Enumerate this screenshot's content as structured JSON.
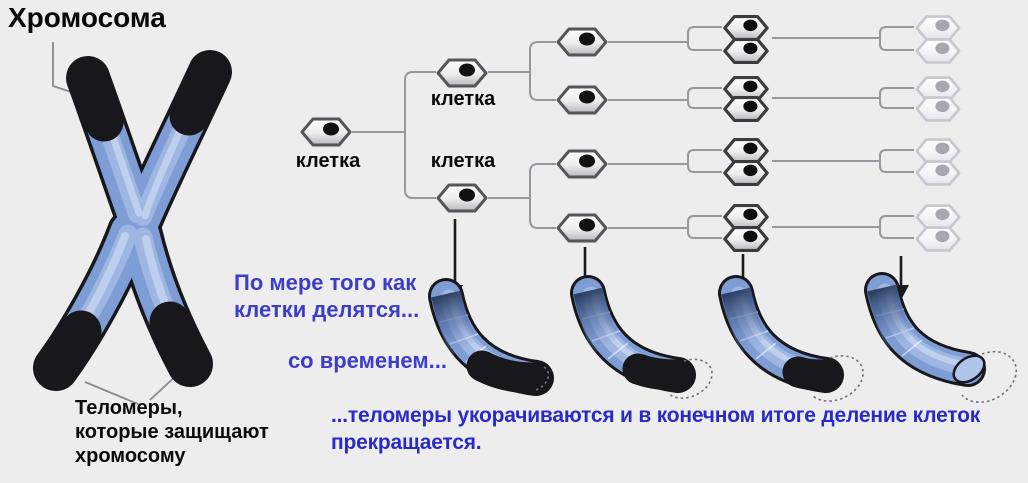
{
  "header": {
    "title": "Хромосома"
  },
  "chromosome": {
    "caption_lines": [
      "Теломеры,",
      "которые защищают",
      "хромосому"
    ]
  },
  "tree": {
    "labels": [
      "клетка",
      "клетка",
      "клетка"
    ],
    "generations": 5,
    "final_generation_faded": true
  },
  "captions": {
    "dividing_line1": "По мере того как",
    "dividing_line2": "клетки делятся...",
    "over_time": "со временем...",
    "ending_line1": "...теломеры укорачиваются и в конечном итоге деление клеток",
    "ending_line2": "прекращается."
  },
  "icons": {
    "down_arrow": "↓",
    "down_arrow_count": 4
  },
  "telomere_stages": {
    "count": 4,
    "tip_fractions": [
      0.45,
      0.33,
      0.22,
      0
    ]
  },
  "colors": {
    "background": "#ededee",
    "caption_blue": "#3d3dca",
    "ending_blue": "#2a2ac9",
    "chromosome_blue": "#7e9dd5",
    "telomere_black": "#17171c",
    "connector_gray": "#97979d"
  }
}
